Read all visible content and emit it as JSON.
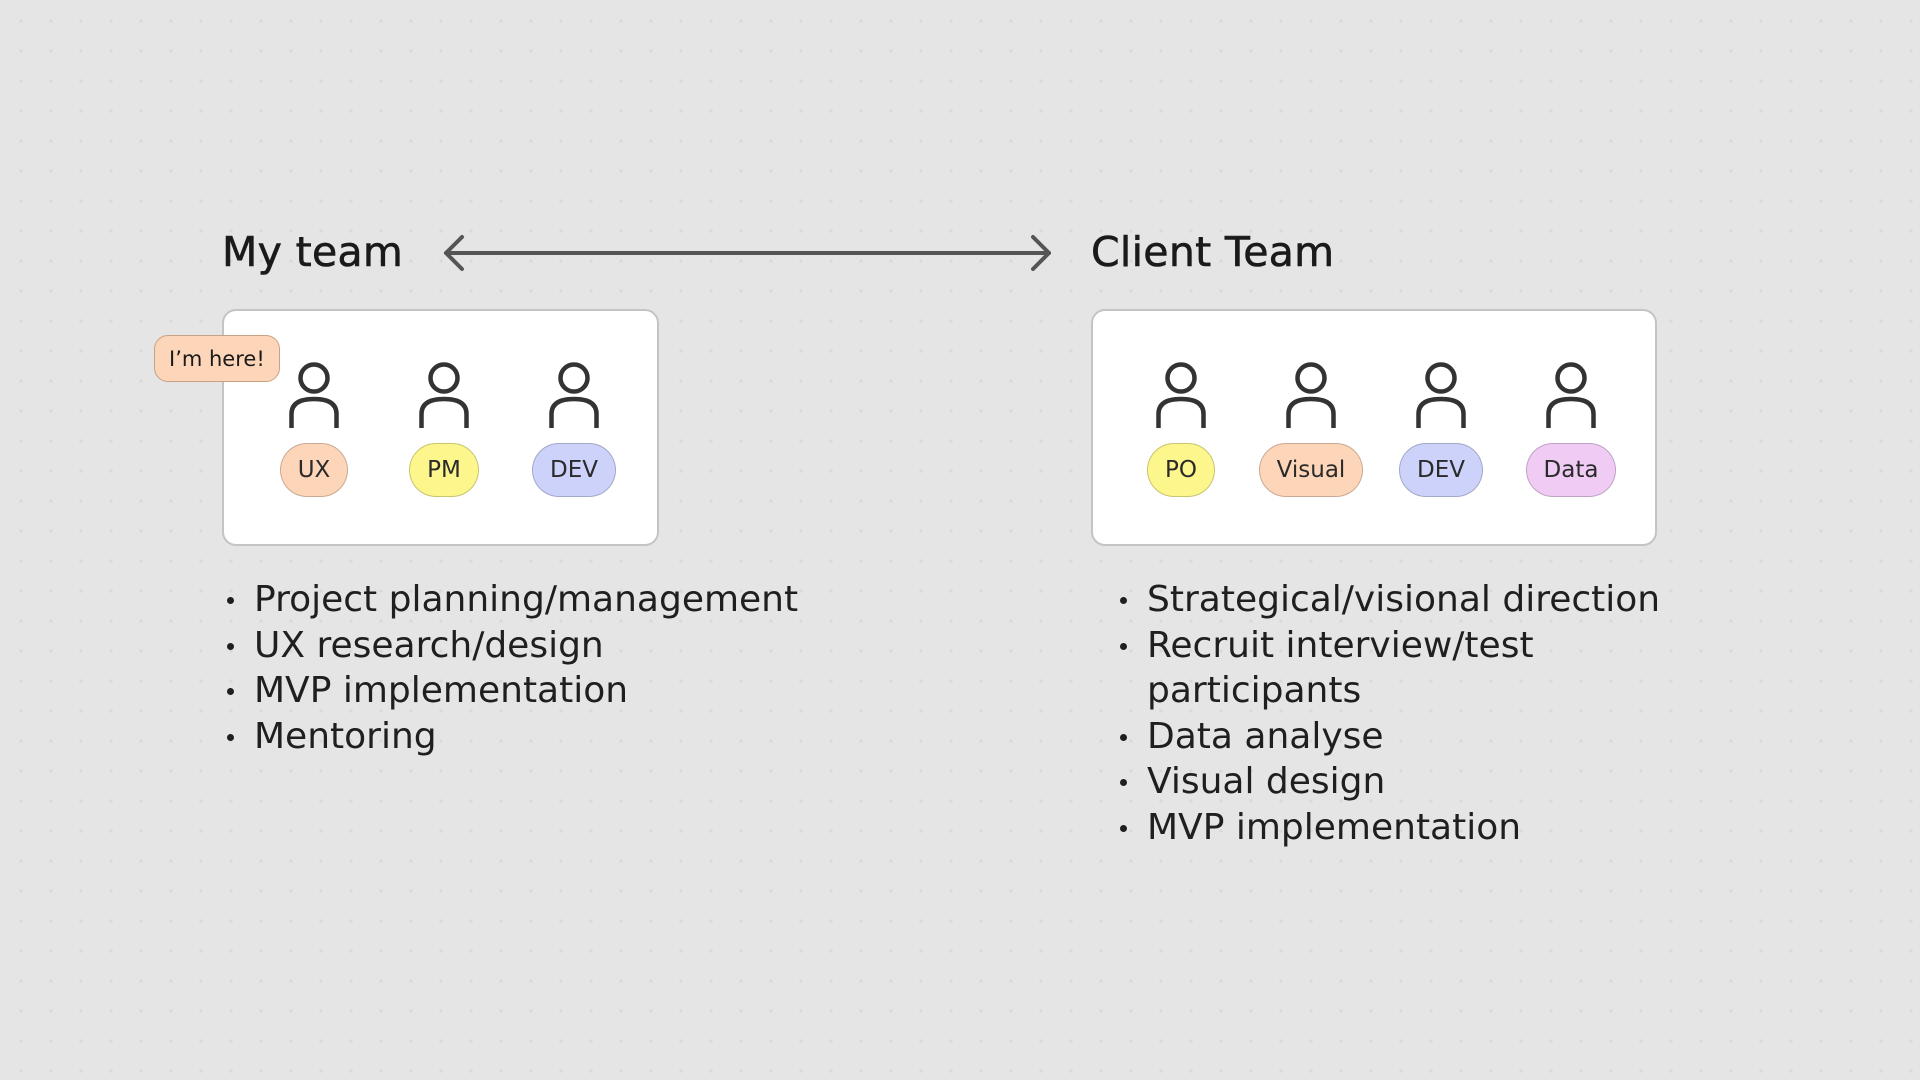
{
  "my_team": {
    "title": "My team",
    "members": [
      {
        "role": "UX",
        "color": "#fdd5b9"
      },
      {
        "role": "PM",
        "color": "#fcf68d"
      },
      {
        "role": "DEV",
        "color": "#cdd2fb"
      }
    ],
    "cursor_label": "I’m here!",
    "responsibilities": [
      "Project planning/management",
      "UX research/design",
      "MVP implementation",
      "Mentoring"
    ]
  },
  "client_team": {
    "title": "Client Team",
    "members": [
      {
        "role": "PO",
        "color": "#fcf68d"
      },
      {
        "role": "Visual",
        "color": "#fdd5b9"
      },
      {
        "role": "DEV",
        "color": "#cdd2fb"
      },
      {
        "role": "Data",
        "color": "#f0ccf5"
      }
    ],
    "responsibilities": [
      "Strategical/visional direction",
      "Recruit interview/test participants",
      "Data analyse",
      "Visual design",
      "MVP implementation"
    ]
  },
  "connector": {
    "type": "double-headed-arrow",
    "color": "#555555"
  },
  "colors": {
    "canvas": "#e5e5e5",
    "card": "#ffffff",
    "card_border": "#c4c4c4"
  }
}
